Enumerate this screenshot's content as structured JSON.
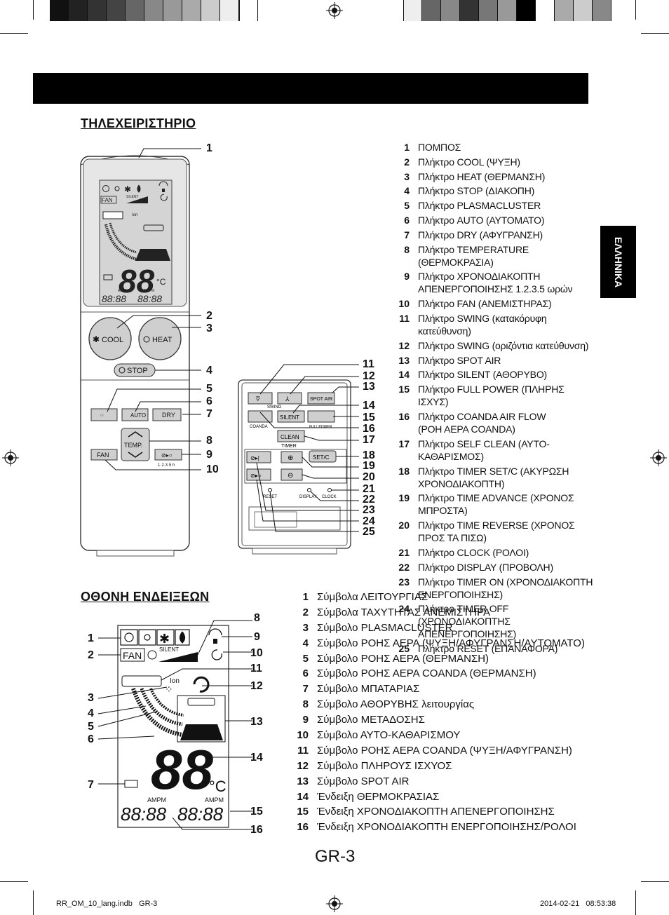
{
  "section_remote": "ΤΗΛΕΧΕΙΡΙΣΤΗΡΙΟ",
  "section_display": "ΟΘΟΝΗ ΕΝΔΕΙΞΕΩΝ",
  "side_tab": "ΕΛΛΗΝΙΚΑ",
  "page_number": "GR-3",
  "footer_left": "RR_OM_10_lang.indb   GR-3",
  "footer_right": "2014-02-21   08:53:38",
  "colors": {
    "black": "#000000",
    "registration_grays": [
      "#111111",
      "#222222",
      "#333333",
      "#444444",
      "#666666",
      "#777777",
      "#999999",
      "#aaaaaa",
      "#cccccc",
      "#eeeeee",
      "#ffffff"
    ]
  },
  "remote": {
    "buttons": {
      "cool": "COOL",
      "heat": "HEAT",
      "stop": "STOP",
      "auto": "AUTO",
      "dry": "DRY",
      "temp": "TEMP.",
      "fan": "FAN",
      "timer_hours": "1·2·3·5 h",
      "swing": "SWING",
      "coanda": "COANDA",
      "spot_air": "SPOT AIR",
      "silent": "SILENT",
      "full_power": "FULL POWER",
      "clean": "CLEAN",
      "timer": "TIMER",
      "set_c": "SET/C",
      "reset": "RESET",
      "display": "DISPLAY",
      "clock": "CLOCK"
    },
    "lcd": {
      "fan": "FAN",
      "silent": "SILENT",
      "ion": "Ion",
      "digits": "88",
      "unit": "°C",
      "ampm": "AMPM",
      "time": "88:88"
    },
    "callouts_left": [
      "1",
      "2",
      "3",
      "4",
      "5",
      "6",
      "7",
      "8",
      "9",
      "10"
    ],
    "callouts_right": [
      "11",
      "12",
      "13",
      "14",
      "15",
      "16",
      "17",
      "18",
      "19",
      "20",
      "21",
      "22",
      "23",
      "24",
      "25"
    ]
  },
  "remote_legend": [
    {
      "n": "1",
      "text": "ΠΟΜΠΟΣ"
    },
    {
      "n": "2",
      "text": "Πλήκτρο COOL (ΨΥΞΗ)"
    },
    {
      "n": "3",
      "text": "Πλήκτρο HEAT (ΘΕΡΜΑΝΣΗ)"
    },
    {
      "n": "4",
      "text": "Πλήκτρο STOP (ΔΙΑΚΟΠΗ)"
    },
    {
      "n": "5",
      "text": "Πλήκτρο PLASMACLUSTER"
    },
    {
      "n": "6",
      "text": "Πλήκτρο AUTO (ΑΥΤΟΜΑΤΟ)"
    },
    {
      "n": "7",
      "text": "Πλήκτρο DRY (ΑΦΥΓΡΑΝΣΗ)"
    },
    {
      "n": "8",
      "text": "Πλήκτρο TEMPERATURE (ΘΕΡΜΟΚΡΑΣΙΑ)"
    },
    {
      "n": "9",
      "text": "Πλήκτρο ΧΡΟΝΟΔΙΑΚΟΠΤΗ\nΑΠΕΝΕΡΓΟΠΟΙΗΣΗΣ 1.2.3.5 ωρών"
    },
    {
      "n": "10",
      "text": "Πλήκτρο FAN (ΑΝΕΜΙΣΤΗΡΑΣ)"
    },
    {
      "n": "11",
      "text": "Πλήκτρο SWING (κατακόρυφη κατεύθυνση)"
    },
    {
      "n": "12",
      "text": "Πλήκτρο SWING (οριζόντια κατεύθυνση)"
    },
    {
      "n": "13",
      "text": "Πλήκτρο SPOT AIR"
    },
    {
      "n": "14",
      "text": "Πλήκτρο SILENT (ΑΘΟΡΥΒΟ)"
    },
    {
      "n": "15",
      "text": "Πλήκτρο FULL POWER (ΠΛΗΡΗΣ ΙΣΧΥΣ)"
    },
    {
      "n": "16",
      "text": "Πλήκτρο COANDA AIR FLOW\n(ΡΟΗ ΑΕΡΑ COANDA)"
    },
    {
      "n": "17",
      "text": "Πλήκτρο SELF CLEAN (ΑΥΤΟ-ΚΑΘΑΡΙΣΜΟΣ)"
    },
    {
      "n": "18",
      "text": "Πλήκτρο TIMER SET/C (ΑΚΥΡΩΣΗ\nΧΡΟΝΟΔΙΑΚΟΠΤΗ)"
    },
    {
      "n": "19",
      "text": "Πλήκτρο TIME ADVANCE (ΧΡΟΝΟΣ ΜΠΡΟΣΤΑ)"
    },
    {
      "n": "20",
      "text": "Πλήκτρο TIME REVERSE (ΧΡΟΝΟΣ\nΠΡΟΣ ΤΑ ΠΙΣΩ)"
    },
    {
      "n": "21",
      "text": "Πλήκτρο CLOCK (ΡΟΛΟΙ)"
    },
    {
      "n": "22",
      "text": "Πλήκτρο DISPLAY (ΠΡΟΒΟΛΗ)"
    },
    {
      "n": "23",
      "text": "Πλήκτρο TIMER ON (ΧΡΟΝΟΔΙΑΚΟΠΤΗ\nΕΝΕΡΓΟΠΟΙΗΣΗΣ)"
    },
    {
      "n": "24",
      "text": "Πλήκτρο TIMER OFF (ΧΡΟΝΟΔΙΑΚΟΠΤΗΣ\nΑΠΕΝΕΡΓΟΠΟΙΗΣΗΣ)"
    },
    {
      "n": "25",
      "text": "Πλήκτρο RESET (ΕΠΑΝΑΦΟΡΑ)"
    }
  ],
  "display_legend": [
    {
      "n": "1",
      "text": "Σύμβολα ΛΕΙΤΟΥΡΓΙΑΣ"
    },
    {
      "n": "2",
      "text": "Σύμβολα ΤΑΧΥΤΗΤΑΣ ΑΝΕΜΙΣΤΗΡΑ"
    },
    {
      "n": "3",
      "text": "Σύμβολο PLASMACLUSTER"
    },
    {
      "n": "4",
      "text": "Σύμβολο ΡΟΗΣ ΑΕΡΑ (ΨΥΞΗ/ΑΦΥΓΡΑΝΣΗ/ΑΥΤΟΜΑΤΟ)"
    },
    {
      "n": "5",
      "text": "Σύμβολο ΡΟΗΣ ΑΕΡΑ (ΘΕΡΜΑΝΣΗ)"
    },
    {
      "n": "6",
      "text": "Σύμβολο ΡΟΗΣ ΑΕΡΑ COANDA (ΘΕΡΜΑΝΣΗ)"
    },
    {
      "n": "7",
      "text": "Σύμβολο ΜΠΑΤΑΡΙΑΣ"
    },
    {
      "n": "8",
      "text": "Σύμβολο ΑΘΟΡΥΒΗΣ λειτουργίας"
    },
    {
      "n": "9",
      "text": "Σύμβολο ΜΕΤΑΔΟΣΗΣ"
    },
    {
      "n": "10",
      "text": "Σύμβολο ΑΥΤΟ-ΚΑΘΑΡΙΣΜΟΥ"
    },
    {
      "n": "11",
      "text": "Σύμβολο ΡΟΗΣ ΑΕΡΑ COANDA (ΨΥΞΗ/ΑΦΥΓΡΑΝΣΗ)"
    },
    {
      "n": "12",
      "text": "Σύμβολο ΠΛΗΡΟΥΣ ΙΣΧΥΟΣ"
    },
    {
      "n": "13",
      "text": "Σύμβολο SPOT AIR"
    },
    {
      "n": "14",
      "text": "Ένδειξη ΘΕΡΜΟΚΡΑΣΙΑΣ"
    },
    {
      "n": "15",
      "text": "Ένδειξη ΧΡΟΝΟΔΙΑΚΟΠΤΗ ΑΠΕΝΕΡΓΟΠΟΙΗΣΗΣ"
    },
    {
      "n": "16",
      "text": "Ένδειξη ΧΡΟΝΟΔΙΑΚΟΠΤΗ ΕΝΕΡΓΟΠΟΙΗΣΗΣ/ΡΟΛΟΙ"
    }
  ],
  "display_callouts_left": [
    "1",
    "2",
    "3",
    "4",
    "5",
    "6",
    "7"
  ],
  "display_callouts_right": [
    "8",
    "9",
    "10",
    "11",
    "12",
    "13",
    "14",
    "15",
    "16"
  ]
}
